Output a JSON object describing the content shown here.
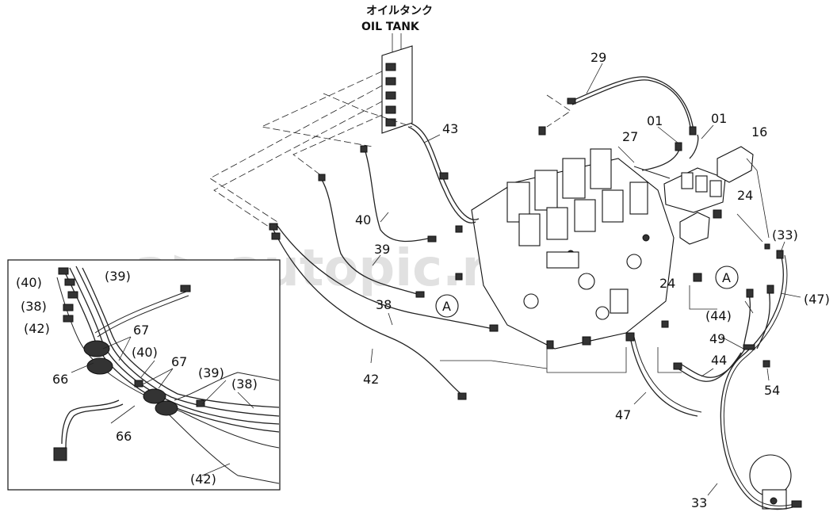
{
  "tank": {
    "jp": "オイルタンク",
    "en": "OIL TANK"
  },
  "watermark": "a> autopic.ru",
  "labels": {
    "p29": "29",
    "p43": "43",
    "p01a": "01",
    "p01b": "01",
    "p27": "27",
    "p16": "16",
    "p24a": "24",
    "p24b": "24",
    "p40": "40",
    "p39": "39",
    "p38": "38",
    "p42": "42",
    "p33a": "(33)",
    "p47a": "(47)",
    "p44a": "(44)",
    "p49": "49",
    "p44b": "44",
    "p54": "54",
    "p47b": "47",
    "p33b": "33",
    "circA1": "A",
    "circA2": "A",
    "i40": "(40)",
    "i39": "(39)",
    "i38": "(38)",
    "i42": "(42)",
    "i67a": "67",
    "i40b": "(40)",
    "i67b": "67",
    "i66a": "66",
    "i39b": "(39)",
    "i38b": "(38)",
    "i66b": "66",
    "i42b": "(42)"
  }
}
